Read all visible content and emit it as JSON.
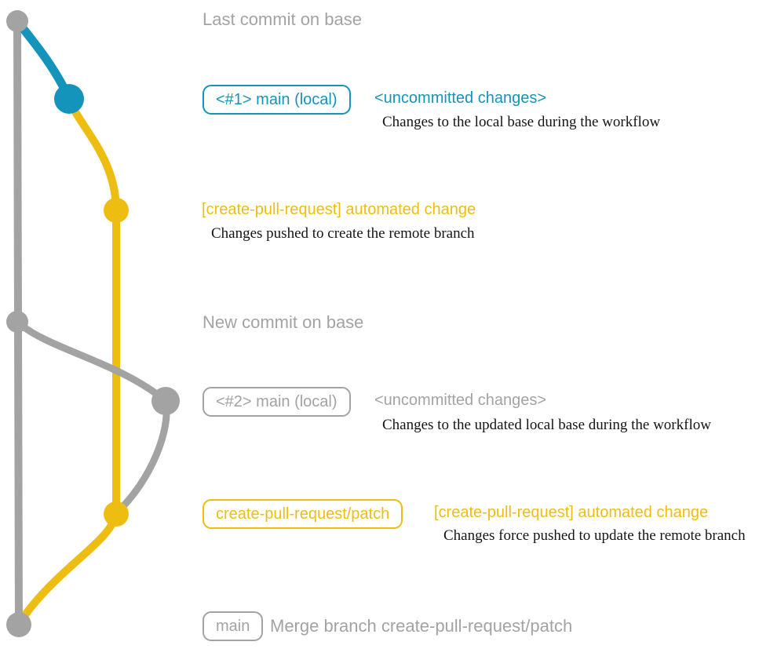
{
  "colors": {
    "gray": "#a3a3a3",
    "blue": "#1494bb",
    "yellow": "#eebd11",
    "ink": "#151515"
  },
  "graph": {
    "nodes": [
      {
        "name": "commit-dot-last-base",
        "color": "gray"
      },
      {
        "name": "commit-dot-local-1",
        "color": "blue"
      },
      {
        "name": "commit-dot-automated-1",
        "color": "yellow"
      },
      {
        "name": "commit-dot-new-base",
        "color": "gray"
      },
      {
        "name": "commit-dot-local-2",
        "color": "gray"
      },
      {
        "name": "commit-dot-automated-2",
        "color": "yellow"
      },
      {
        "name": "commit-dot-merge",
        "color": "gray"
      }
    ]
  },
  "rows": {
    "last_commit": {
      "label": "Last commit on base"
    },
    "commit1": {
      "badge": "<#1> main (local)",
      "status": "<uncommitted changes>",
      "desc": "Changes to the local base during the workflow"
    },
    "push1": {
      "label": "[create-pull-request] automated change",
      "desc": "Changes pushed to create the remote branch"
    },
    "new_commit": {
      "label": "New commit on base"
    },
    "commit2": {
      "badge": "<#2> main (local)",
      "status": "<uncommitted changes>",
      "desc": "Changes to the updated local base during the workflow"
    },
    "push2": {
      "badge": "create-pull-request/patch",
      "label": "[create-pull-request] automated change",
      "desc": "Changes force pushed to update the remote branch"
    },
    "merge": {
      "badge": "main",
      "label": "Merge branch create-pull-request/patch"
    }
  }
}
